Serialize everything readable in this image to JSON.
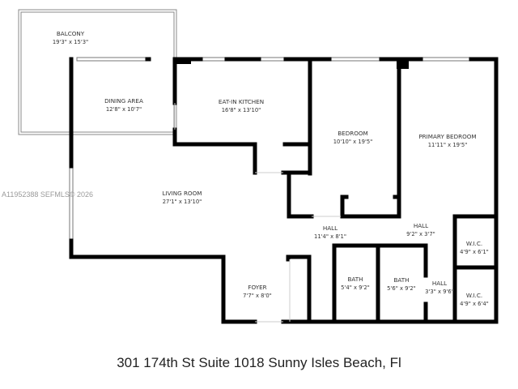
{
  "rooms": [
    {
      "name": "BALCONY",
      "dims": "19'3\" x 15'3\""
    },
    {
      "name": "DINING AREA",
      "dims": "12'8\" x 10'7\""
    },
    {
      "name": "EAT-IN KITCHEN",
      "dims": "16'8\" x 13'10\""
    },
    {
      "name": "BEDROOM",
      "dims": "10'10\" x 19'5\""
    },
    {
      "name": "PRIMARY BEDROOM",
      "dims": "11'11\" x 19'5\""
    },
    {
      "name": "LIVING ROOM",
      "dims": "27'1\" x 13'10\""
    },
    {
      "name": "HALL",
      "dims": "11'4\" x 8'1\""
    },
    {
      "name": "HALL",
      "dims": "9'2\" x 3'7\""
    },
    {
      "name": "W.I.C.",
      "dims": "4'9\" x 6'1\""
    },
    {
      "name": "FOYER",
      "dims": "7'7\" x 8'0\""
    },
    {
      "name": "BATH",
      "dims": "5'4\" x 9'2\""
    },
    {
      "name": "BATH",
      "dims": "5'6\" x 9'2\""
    },
    {
      "name": "HALL",
      "dims": "3'3\" x 9'6\""
    },
    {
      "name": "W.I.C.",
      "dims": "4'9\" x 6'4\""
    }
  ],
  "watermark": "A11952388  SEFMLS© 2026",
  "address": "301 174th St Suite 1018 Sunny Isles Beach, Fl"
}
